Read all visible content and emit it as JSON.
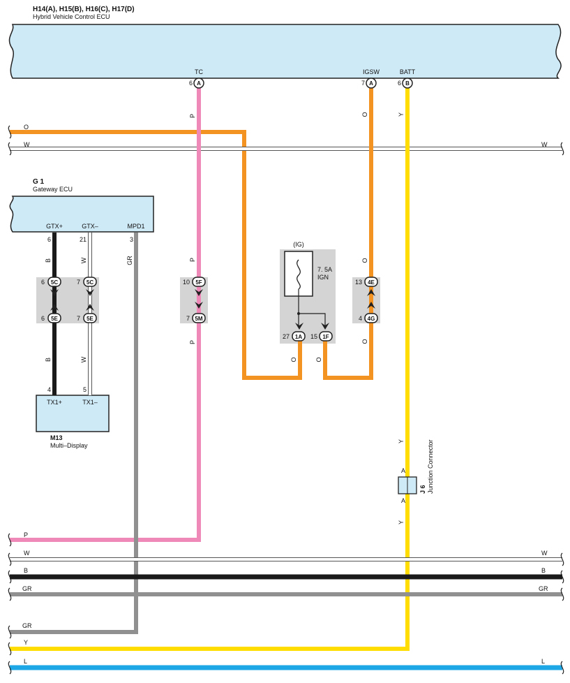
{
  "colors": {
    "ecu_fill": "#cfeaf7",
    "connector_bg": "#d4d4d4",
    "wire_O": "#f39321",
    "wire_P": "#ef8ab8",
    "wire_W": "#ffffff",
    "wire_Y": "#ffdd00",
    "wire_B": "#1a1a1a",
    "wire_GR": "#909090",
    "wire_L": "#1ea7e6"
  },
  "hv_ecu": {
    "title": "H14(A), H15(B), H16(C), H17(D)",
    "subtitle": "Hybrid Vehicle Control ECU",
    "terminals": [
      {
        "name": "TC",
        "pin": "6",
        "conn": "A"
      },
      {
        "name": "IGSW",
        "pin": "7",
        "conn": "A"
      },
      {
        "name": "BATT",
        "pin": "6",
        "conn": "B"
      }
    ]
  },
  "gateway": {
    "id": "G 1",
    "name": "Gateway ECU",
    "terminals": [
      {
        "name": "GTX+",
        "pin": "6"
      },
      {
        "name": "GTX–",
        "pin": "21"
      },
      {
        "name": "MPD1",
        "pin": "3"
      }
    ]
  },
  "multi_display": {
    "id": "M13",
    "name": "Multi–Display",
    "terminals": [
      {
        "name": "TX1+",
        "pin": "4"
      },
      {
        "name": "TX1–",
        "pin": "5"
      }
    ]
  },
  "fuse": {
    "label": "(IG)",
    "rating": "7. 5A",
    "name": "IGN",
    "outputs": [
      {
        "pin": "27",
        "conn": "1A"
      },
      {
        "pin": "15",
        "conn": "1F"
      }
    ]
  },
  "junctions": {
    "gw_pair": [
      {
        "top_pin": "6",
        "top_conn": "5C",
        "bot_pin": "6",
        "bot_conn": "5E"
      },
      {
        "top_pin": "7",
        "top_conn": "5C",
        "bot_pin": "7",
        "bot_conn": "5E"
      }
    ],
    "tc": {
      "top_pin": "10",
      "top_conn": "5F",
      "bot_pin": "7",
      "bot_conn": "5M"
    },
    "igsw": {
      "top_pin": "13",
      "top_conn": "4E",
      "bot_pin": "4",
      "bot_conn": "4G"
    }
  },
  "j6": {
    "id": "J 6",
    "name": "Junction Connector",
    "pin_top": "A",
    "pin_bottom": "A"
  },
  "wire_labels": {
    "O": "O",
    "W": "W",
    "P": "P",
    "Y": "Y",
    "B": "B",
    "GR": "GR",
    "L": "L"
  }
}
